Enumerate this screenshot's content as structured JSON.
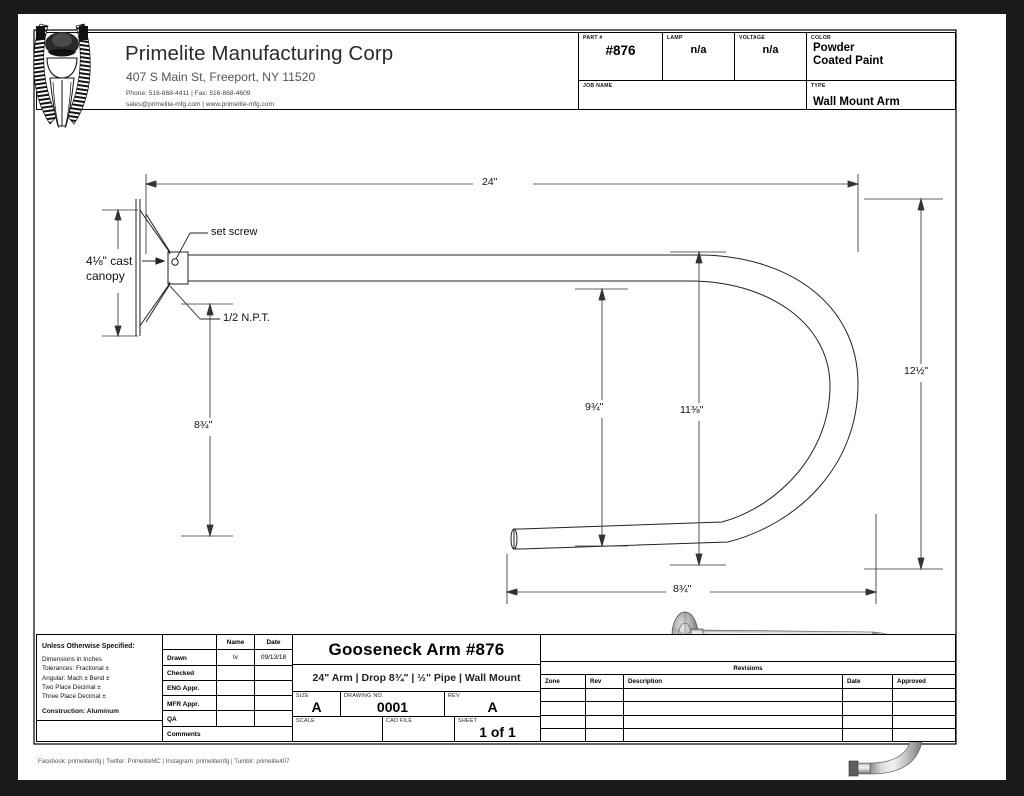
{
  "header": {
    "company_name": "Primelite Manufacturing Corp",
    "address": "407 S Main St, Freeport, NY 11520",
    "phone_line": "Phone: 516-868-4411 | Fax: 516-868-4609",
    "email_line": "sales@primelite-mfg.com | www.primelite-mfg.com",
    "logo_name": "eagle-crest-flags-logo",
    "fields": {
      "part_label": "PART #",
      "part_value": "#876",
      "lamp_label": "LAMP",
      "lamp_value": "n/a",
      "voltage_label": "VOLTAGE",
      "voltage_value": "n/a",
      "color_label": "COLOR",
      "color_value_line1": "Powder",
      "color_value_line2": "Coated Paint",
      "job_name_label": "JOB NAME",
      "job_name_value": "",
      "type_label": "TYPE",
      "type_value": "Wall Mount Arm"
    }
  },
  "drawing": {
    "annotations": {
      "set_screw": "set screw",
      "npt": "1/2 N.P.T.",
      "canopy_line1": "4⅛\" cast",
      "canopy_line2": "canopy"
    },
    "dimensions": {
      "overall_length": "24\"",
      "drop_left": "8¾\"",
      "drop_mid": "9¾\"",
      "drop_inner": "11⅜\"",
      "height_right": "12½\"",
      "bottom_span": "8¾\""
    }
  },
  "title_block": {
    "spec": {
      "heading": "Unless Otherwise Specified:",
      "lines": [
        "Dimensions in Inches",
        "Tolerances: Fractional     ±",
        "Angular: Mach ±     Bend  ±",
        "Two Place Decimal          ±",
        "Three Place Decimal        ±"
      ],
      "construction": "Construction: Aluminum"
    },
    "approvals": {
      "col_name": "Name",
      "col_date": "Date",
      "rows": [
        {
          "label": "Drawn",
          "name": "lv",
          "date": "09/13/18"
        },
        {
          "label": "Checked",
          "name": "",
          "date": ""
        },
        {
          "label": "ENG Appr.",
          "name": "",
          "date": ""
        },
        {
          "label": "MFR Appr.",
          "name": "",
          "date": ""
        },
        {
          "label": "QA",
          "name": "",
          "date": ""
        },
        {
          "label": "Comments",
          "name": "",
          "date": ""
        }
      ]
    },
    "main": {
      "title": "Gooseneck Arm #876",
      "subtitle": "24\" Arm | Drop 8¾\" | ½\" Pipe | Wall Mount",
      "size_label": "Size",
      "size_value": "A",
      "dwg_label": "Drawing  No.",
      "dwg_value": "0001",
      "rev_label": "Rev",
      "rev_value": "A",
      "scale_label": "Scale",
      "scale_value": "",
      "cad_label": "CAD File",
      "cad_value": "",
      "sheet_label": "Sheet",
      "sheet_value": "1 of 1"
    },
    "revisions": {
      "title": "Revisions",
      "columns": [
        "Zone",
        "Rev",
        "Description",
        "Date",
        "Approved"
      ],
      "rows": [
        [
          "",
          "",
          "",
          "",
          ""
        ],
        [
          "",
          "",
          "",
          "",
          ""
        ],
        [
          "",
          "",
          "",
          "",
          ""
        ],
        [
          "",
          "",
          "",
          "",
          ""
        ]
      ]
    }
  },
  "footer": {
    "social": "Facebook: primelitemfg | Twitter: PrimeliteMC | Instagram: primelitemfg | Tumblr: primelite407"
  },
  "colors": {
    "paper": "#ffffff",
    "ink": "#000000",
    "backdrop": "#1a1a1a",
    "muted_text": "#555555"
  }
}
